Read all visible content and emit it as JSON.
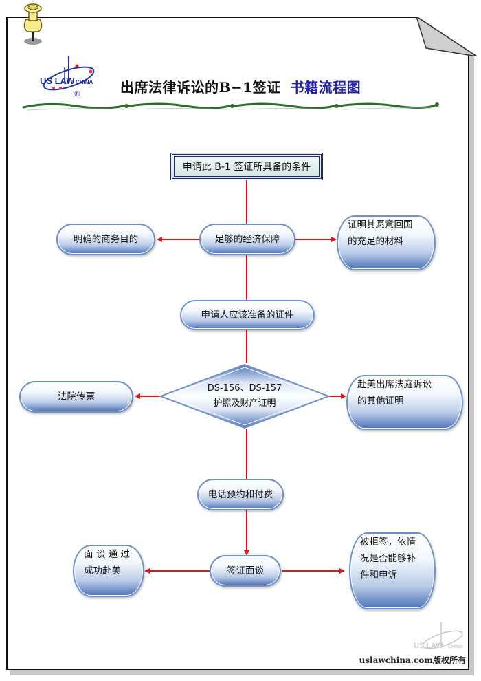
{
  "header": {
    "logo_text": "US LAW CHINA",
    "logo_registered": "®",
    "title_main": "出席法律诉讼的B−1签证",
    "title_sub": "书籍流程图"
  },
  "colors": {
    "connector": "#ee1111",
    "node_border": "#6f90c8",
    "node_dark": "#4f74b8",
    "title_sub": "#2222aa",
    "start_border": "#1f2a6e"
  },
  "flowchart": {
    "start": {
      "label": "申请此 B-1 签证所具备的条件"
    },
    "row1": {
      "center": {
        "label": "足够的经济保障"
      },
      "left": {
        "label": "明确的商务目的"
      },
      "right": {
        "lines": [
          "证明其愿意回国",
          "的充足的材料"
        ]
      }
    },
    "documents": {
      "label": "申请人应该准备的证件"
    },
    "row2": {
      "center": {
        "lines": [
          "DS-156、DS-157",
          "护照及财产证明"
        ]
      },
      "left": {
        "label": "法院传票"
      },
      "right": {
        "lines": [
          "赴美出席法庭诉讼",
          "的其他证明"
        ]
      }
    },
    "appointment": {
      "label": "电话预约和付费"
    },
    "row3": {
      "center": {
        "label": "签证面谈"
      },
      "left": {
        "lines": [
          "面 谈 通 过",
          "成功赴美"
        ]
      },
      "right": {
        "lines": [
          "被拒签，依情",
          "况是否能够补",
          "件和申诉"
        ]
      }
    }
  },
  "footer": {
    "copyright": "uslawchina.com版权所有"
  }
}
